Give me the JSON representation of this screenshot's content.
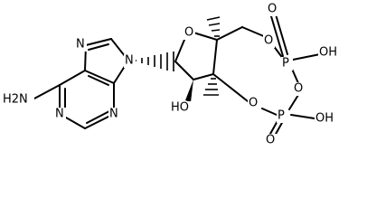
{
  "molecule": {
    "atom_labels": {
      "n7": "N",
      "n9": "N",
      "n1": "N",
      "n3": "N",
      "nh2": "H2N",
      "o_ring": "O",
      "o_2prime": "HO",
      "o_5prime": "O",
      "o_3prime": "O",
      "p_a": "P",
      "p_b": "P",
      "o_bridge": "O",
      "o_pa_double": "O",
      "o_pb_double": "O",
      "oh_pa": "OH",
      "oh_pb": "OH"
    }
  }
}
